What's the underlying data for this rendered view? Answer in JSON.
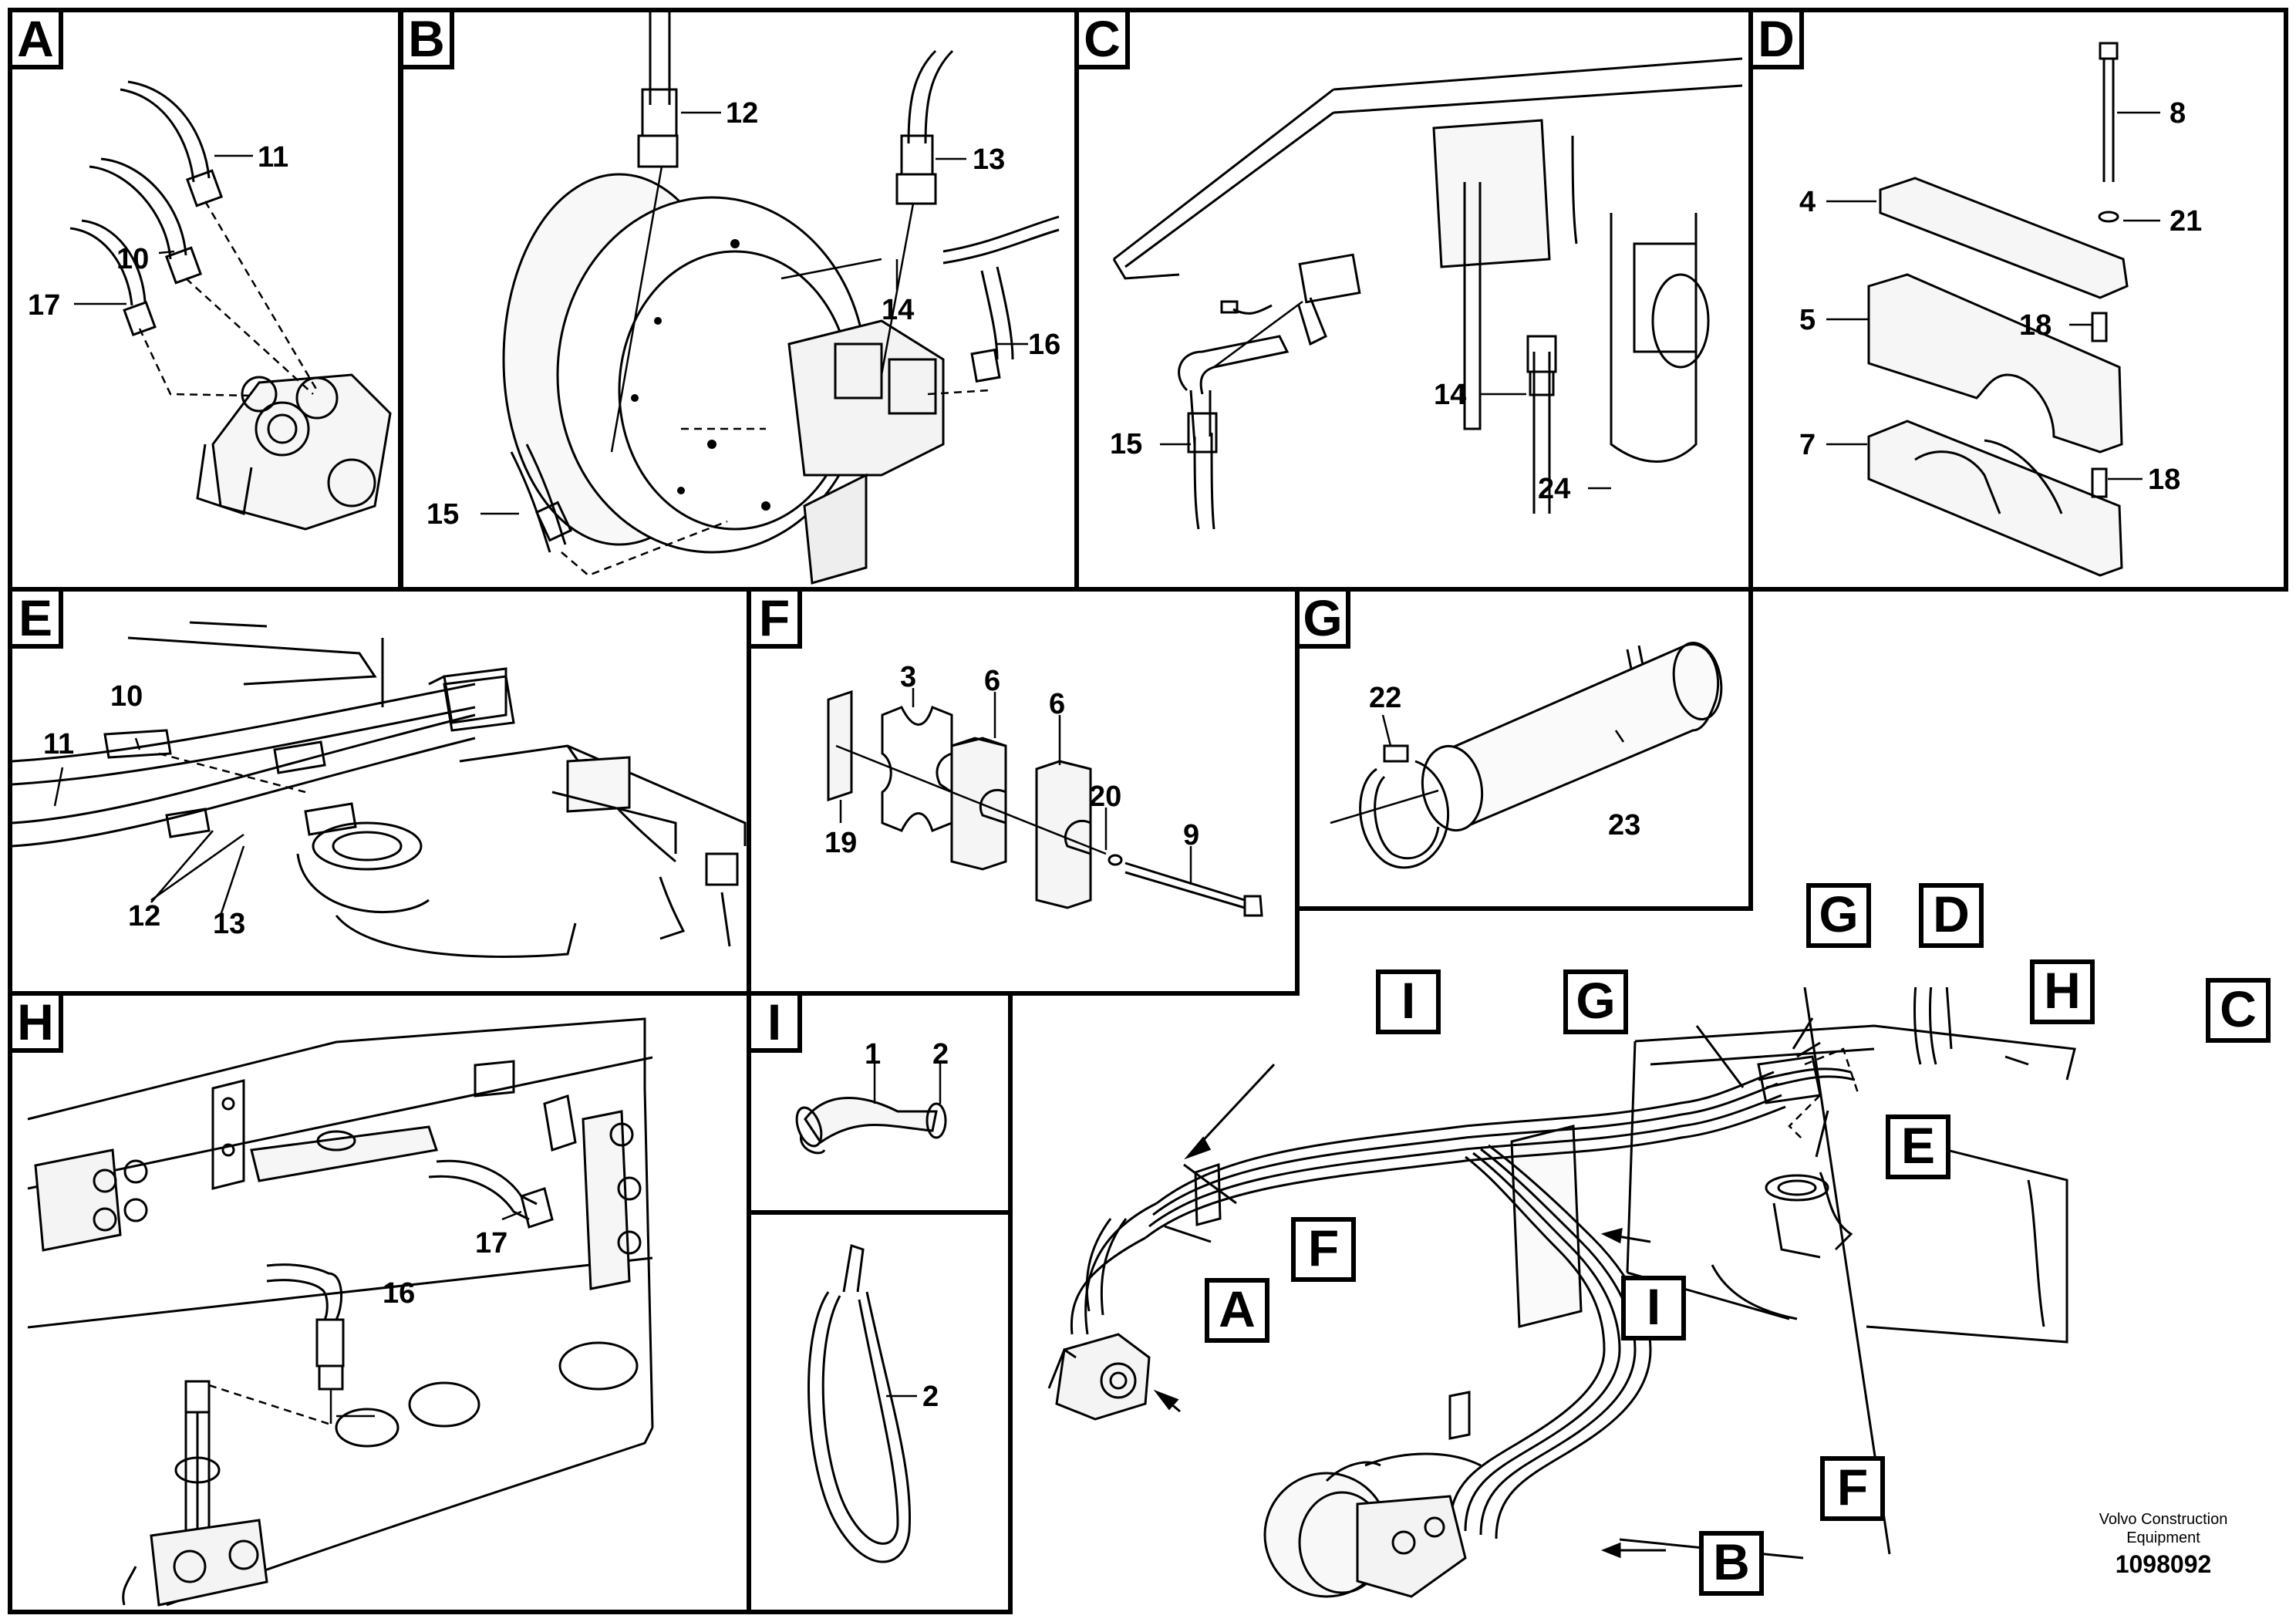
{
  "panels": {
    "A": {
      "letter": "A",
      "labels": {
        "p11": "11",
        "p10": "10",
        "p17": "17"
      }
    },
    "B": {
      "letter": "B",
      "labels": {
        "p12": "12",
        "p13": "13",
        "p14": "14",
        "p16": "16",
        "p15": "15"
      }
    },
    "C": {
      "letter": "C",
      "labels": {
        "p14": "14",
        "p15": "15",
        "p24": "24"
      }
    },
    "D": {
      "letter": "D",
      "labels": {
        "p8": "8",
        "p4": "4",
        "p21": "21",
        "p5": "5",
        "p18a": "18",
        "p7": "7",
        "p18b": "18"
      }
    },
    "E": {
      "letter": "E",
      "labels": {
        "p10": "10",
        "p11": "11",
        "p12": "12",
        "p13": "13"
      }
    },
    "F": {
      "letter": "F",
      "labels": {
        "p3": "3",
        "p6a": "6",
        "p6b": "6",
        "p20": "20",
        "p9": "9",
        "p19": "19"
      }
    },
    "G": {
      "letter": "G",
      "labels": {
        "p22": "22",
        "p23": "23"
      }
    },
    "H": {
      "letter": "H",
      "labels": {
        "p17": "17",
        "p16": "16"
      }
    },
    "I1": {
      "letter": "I",
      "labels": {
        "p1": "1",
        "p2": "2"
      }
    },
    "I2": {
      "labels": {
        "p2": "2"
      }
    }
  },
  "overview_callouts": {
    "G_top": "G",
    "D": "D",
    "G_left": "G",
    "H": "H",
    "C": "C",
    "E": "E",
    "I_top": "I",
    "F_top": "F",
    "A": "A",
    "I_bottom": "I",
    "F_bottom": "F",
    "B": "B"
  },
  "footer": {
    "company_line1": "Volvo Construction",
    "company_line2": "Equipment",
    "drawing_number": "1098092"
  }
}
